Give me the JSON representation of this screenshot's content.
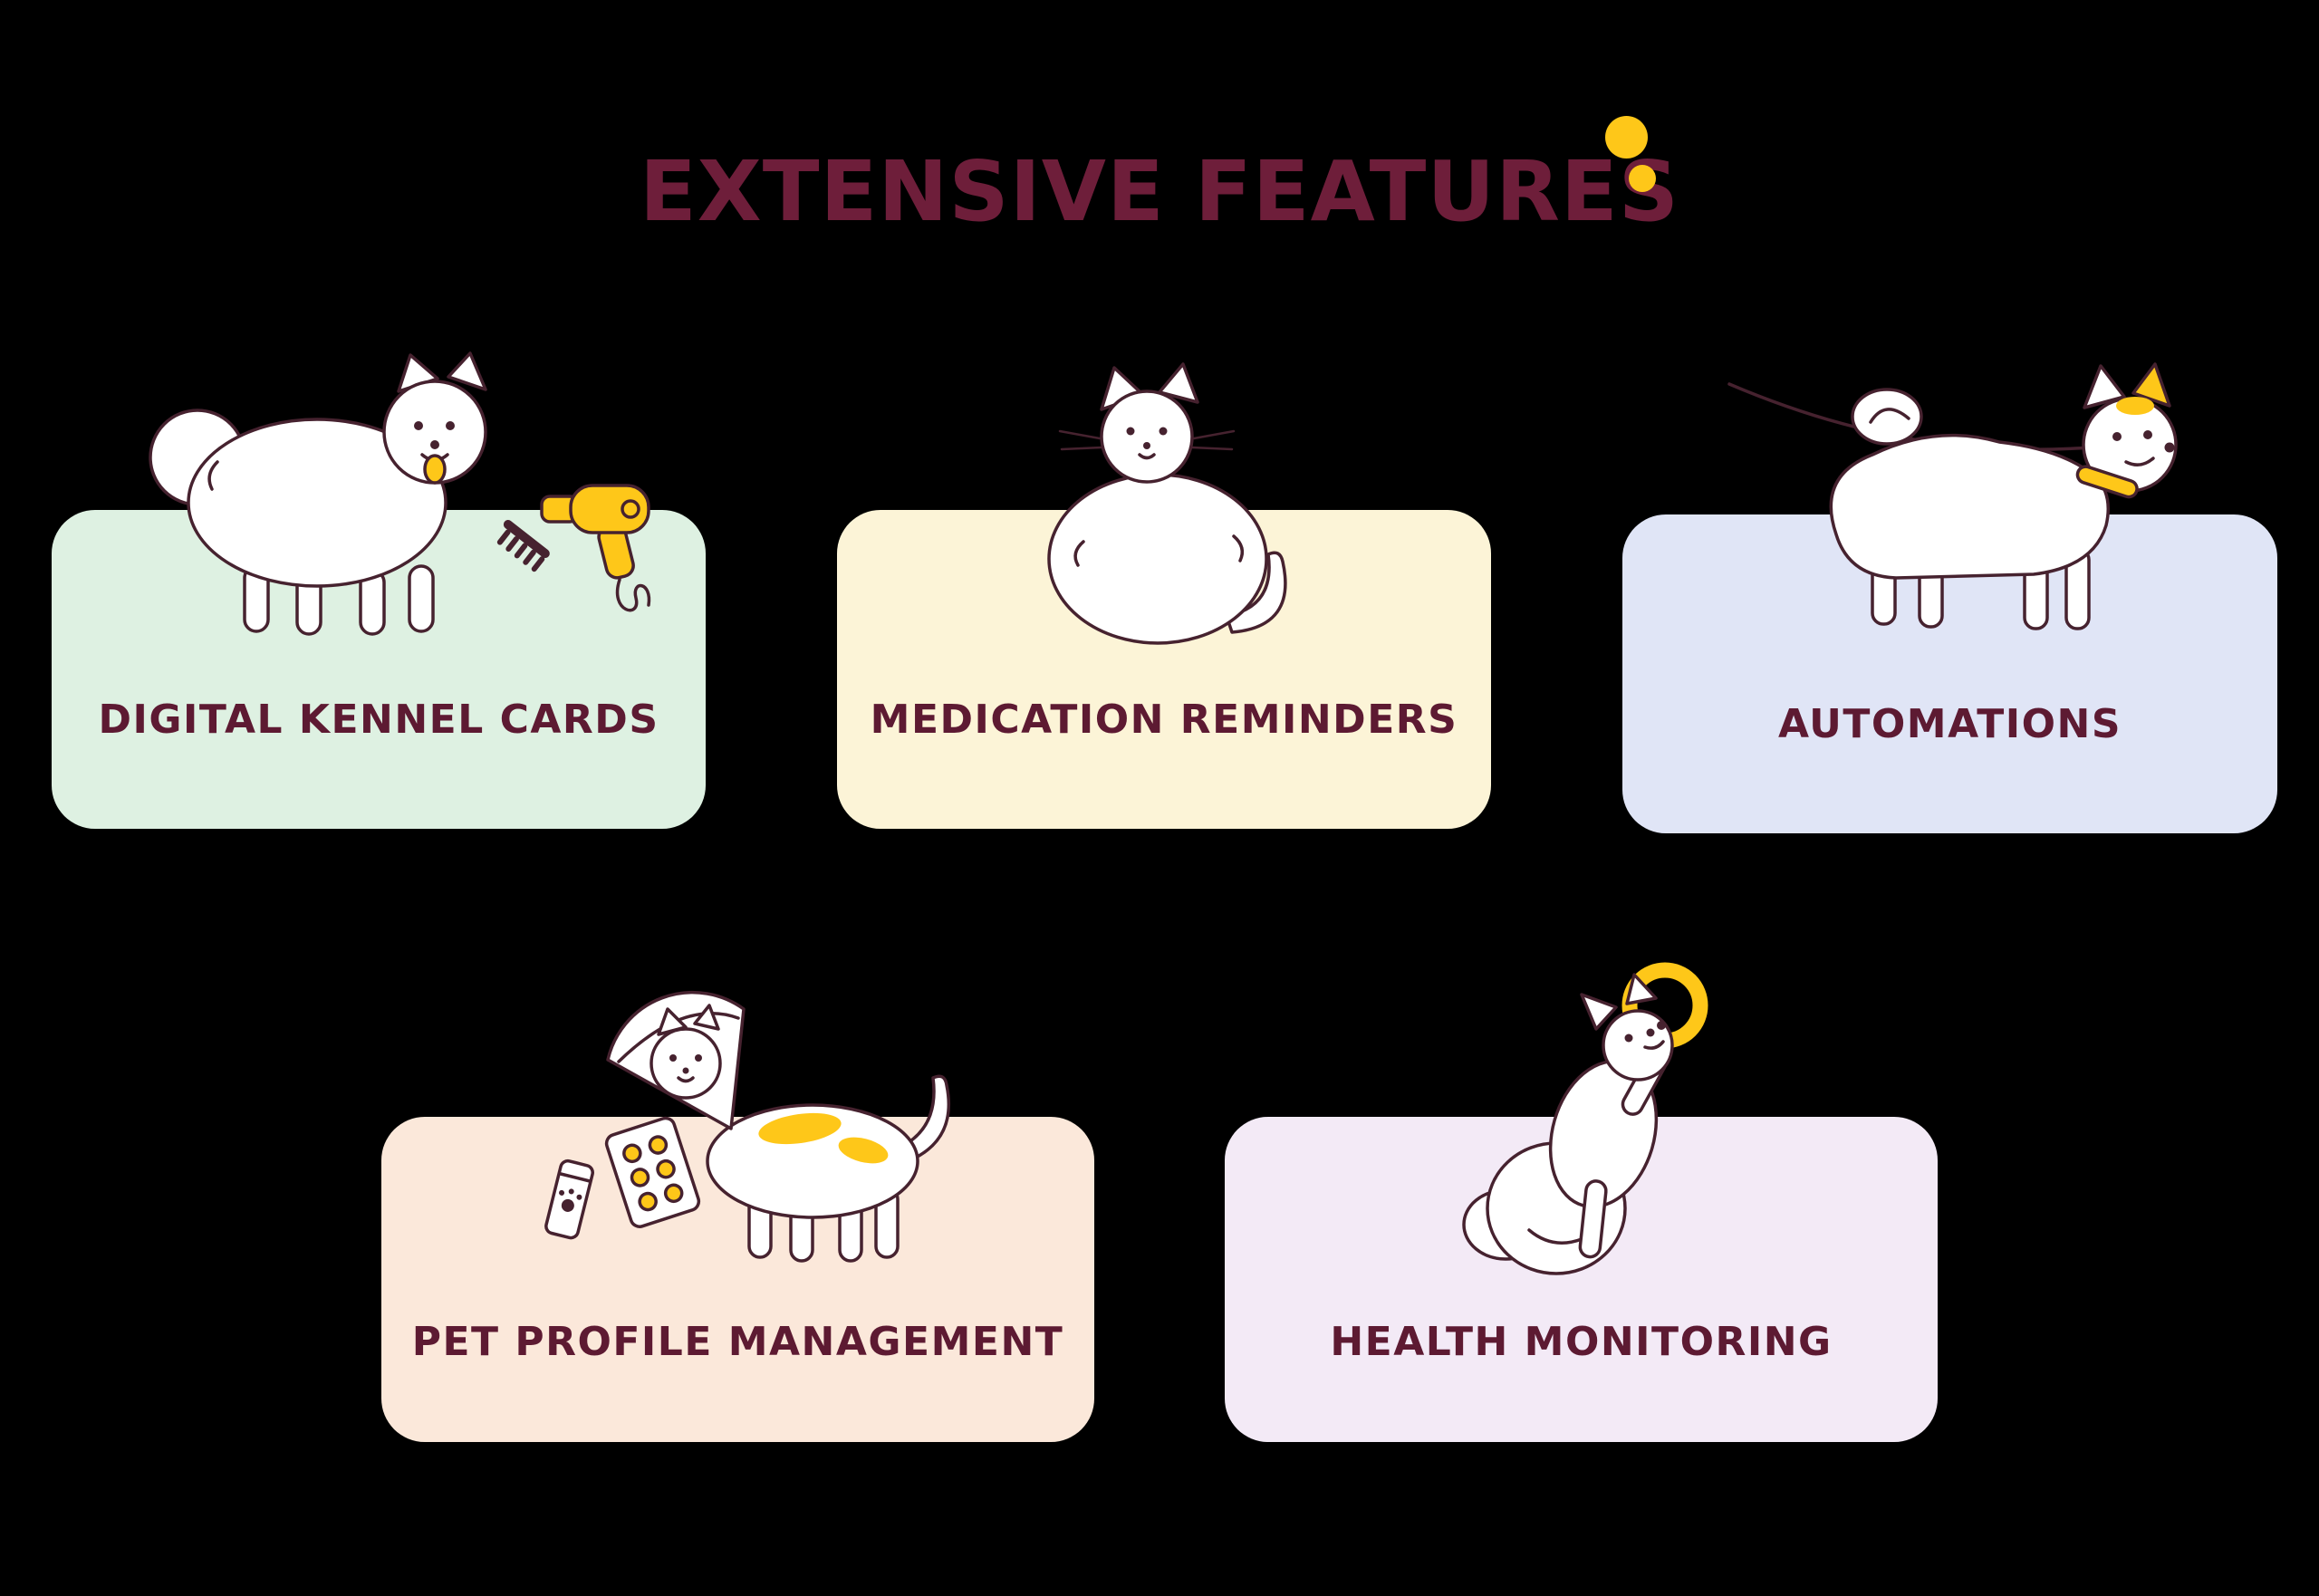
{
  "page": {
    "title": "EXTENSIVE FEATURES",
    "background_color": "#000000",
    "title_color": "#6e1e3a",
    "label_color": "#5d1a32",
    "accent_color": "#fec719",
    "outline_color": "#46222f"
  },
  "decor": {
    "dots": [
      {
        "name": "accent-dot-large",
        "color": "#fec719"
      },
      {
        "name": "accent-dot-small",
        "color": "#fec719"
      }
    ]
  },
  "features": [
    {
      "label": "DIGITAL KENNEL CARDS",
      "card_color": "#def1e2",
      "illustration": "fluffy-dog-with-comb-and-hair-dryer"
    },
    {
      "label": "MEDICATION REMINDERS",
      "card_color": "#fcf4d7",
      "illustration": "white-cat-sitting"
    },
    {
      "label": "AUTOMATIONS",
      "card_color": "#e0e5f6",
      "illustration": "white-dog-on-leash"
    },
    {
      "label": "PET PROFILE MANAGEMENT",
      "card_color": "#fbe8da",
      "illustration": "cat-with-cone-collar-and-medicine"
    },
    {
      "label": "HEALTH MONITORING",
      "card_color": "#f3eaf6",
      "illustration": "dog-jumping-for-ring"
    }
  ]
}
